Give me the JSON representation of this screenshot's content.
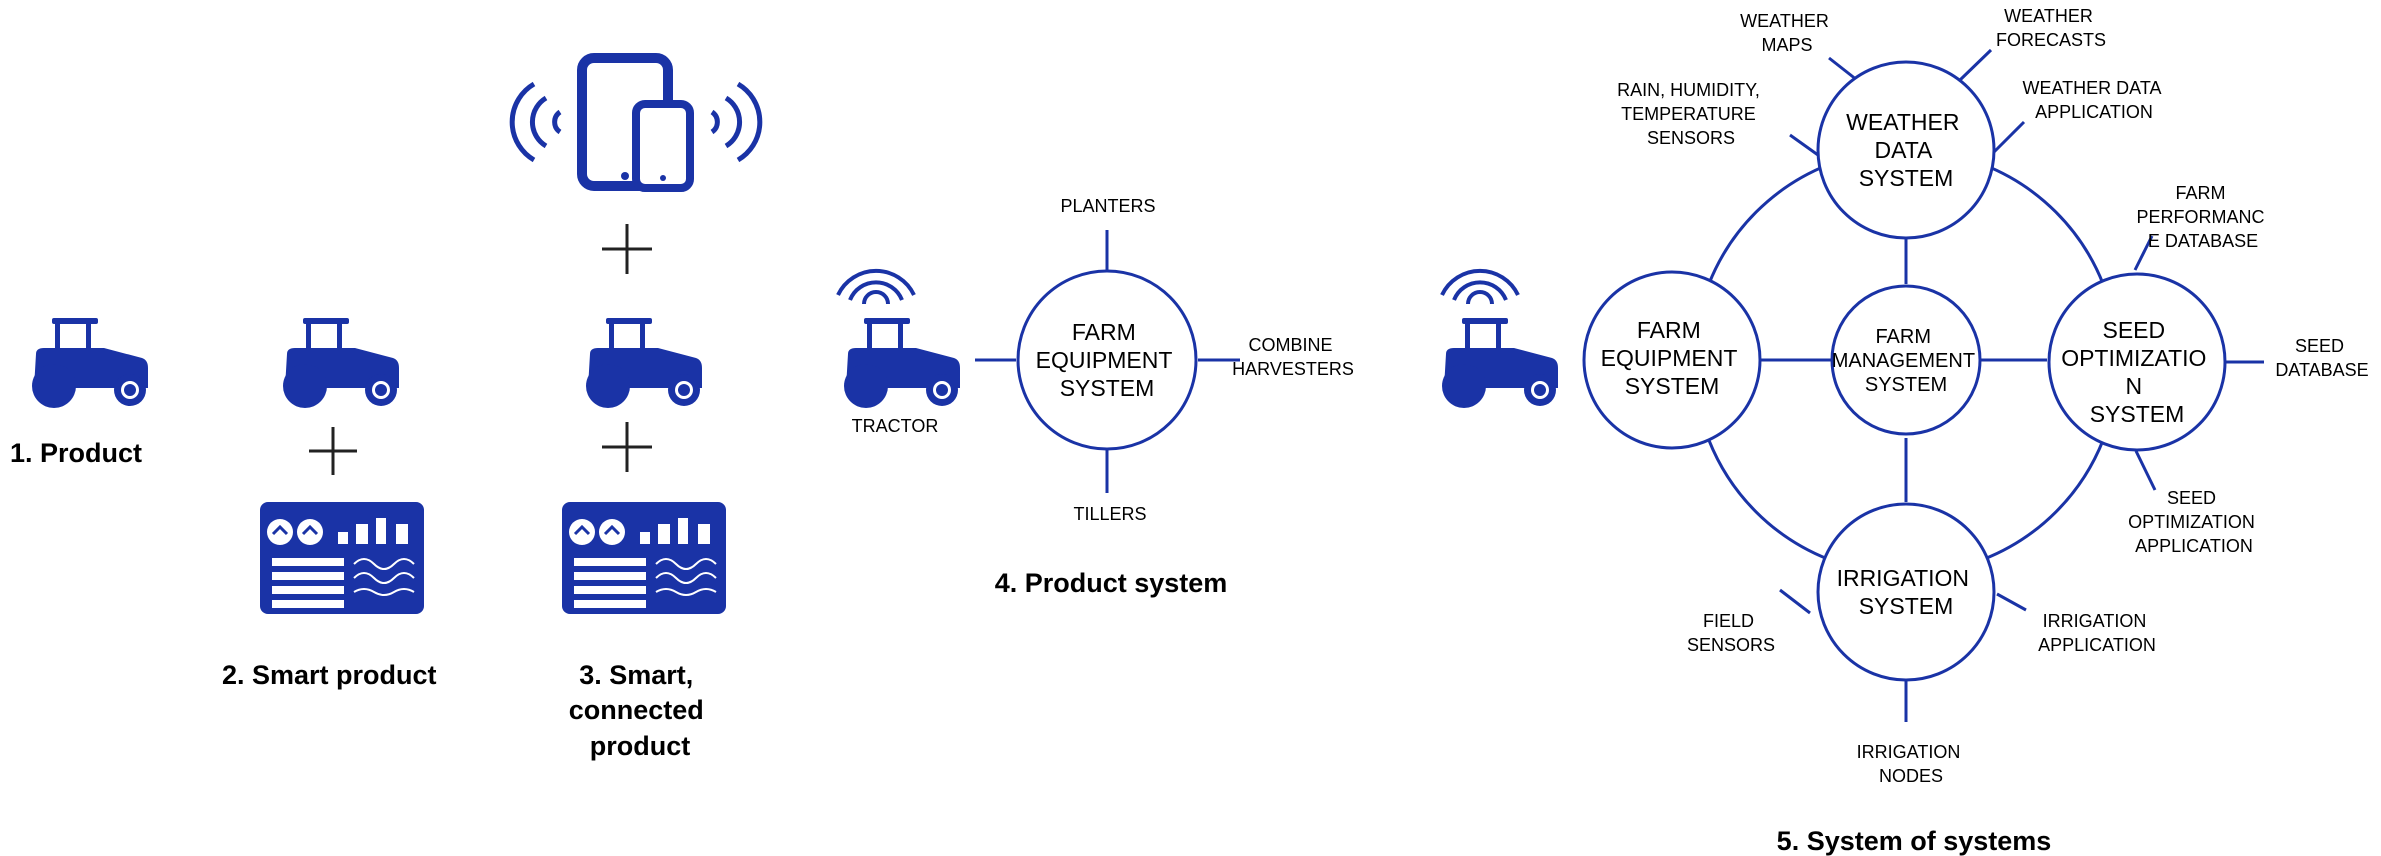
{
  "colors": {
    "accent": "#1a33a6",
    "text": "#000000",
    "background": "#ffffff"
  },
  "stages": {
    "product": {
      "label": "1. Product",
      "icon": "tractor-icon"
    },
    "smart_product": {
      "label": "2. Smart product",
      "icons": [
        "tractor-icon",
        "plus-icon",
        "dashboard-icon"
      ]
    },
    "smart_connected": {
      "label_lines": [
        "3. Smart,",
        "connected",
        "product"
      ],
      "icons": [
        "wireless-tablet-icon",
        "plus-icon",
        "tractor-icon",
        "plus-icon",
        "dashboard-icon"
      ]
    },
    "product_system": {
      "label": "4. Product system",
      "tractor_label": "TRACTOR",
      "hub_lines": [
        "FARM",
        "EQUIPMENT",
        "SYSTEM"
      ],
      "spokes": {
        "top": "PLANTERS",
        "right_lines": [
          "COMBINE",
          "HARVESTERS"
        ],
        "bottom": "TILLERS"
      }
    },
    "system_of_systems": {
      "label": "5. System of systems",
      "center_lines": [
        "FARM",
        "MANAGEMENT",
        "SYSTEM"
      ],
      "weather": {
        "lines": [
          "WEATHER",
          "DATA",
          "SYSTEM"
        ],
        "maps_lines": [
          "WEATHER",
          "MAPS"
        ],
        "forecasts_lines": [
          "WEATHER",
          "FORECASTS"
        ],
        "application_lines": [
          "WEATHER DATA",
          "APPLICATION"
        ],
        "sensors_lines": [
          "RAIN, HUMIDITY,",
          "TEMPERATURE",
          "SENSORS"
        ]
      },
      "equipment": {
        "lines": [
          "FARM",
          "EQUIPMENT",
          "SYSTEM"
        ]
      },
      "seed": {
        "lines": [
          "SEED",
          "OPTIMIZATIO",
          "N",
          "SYSTEM"
        ],
        "performance_lines": [
          "FARM",
          "PERFORMANC",
          "E DATABASE"
        ],
        "database_lines": [
          "SEED",
          "DATABASE"
        ],
        "application_lines": [
          "SEED",
          "OPTIMIZATION",
          "APPLICATION"
        ]
      },
      "irrigation": {
        "lines": [
          "IRRIGATION",
          "SYSTEM"
        ],
        "field_lines": [
          "FIELD",
          "SENSORS"
        ],
        "application_lines": [
          "IRRIGATION",
          "APPLICATION"
        ],
        "nodes_lines": [
          "IRRIGATION",
          "NODES"
        ]
      }
    }
  }
}
